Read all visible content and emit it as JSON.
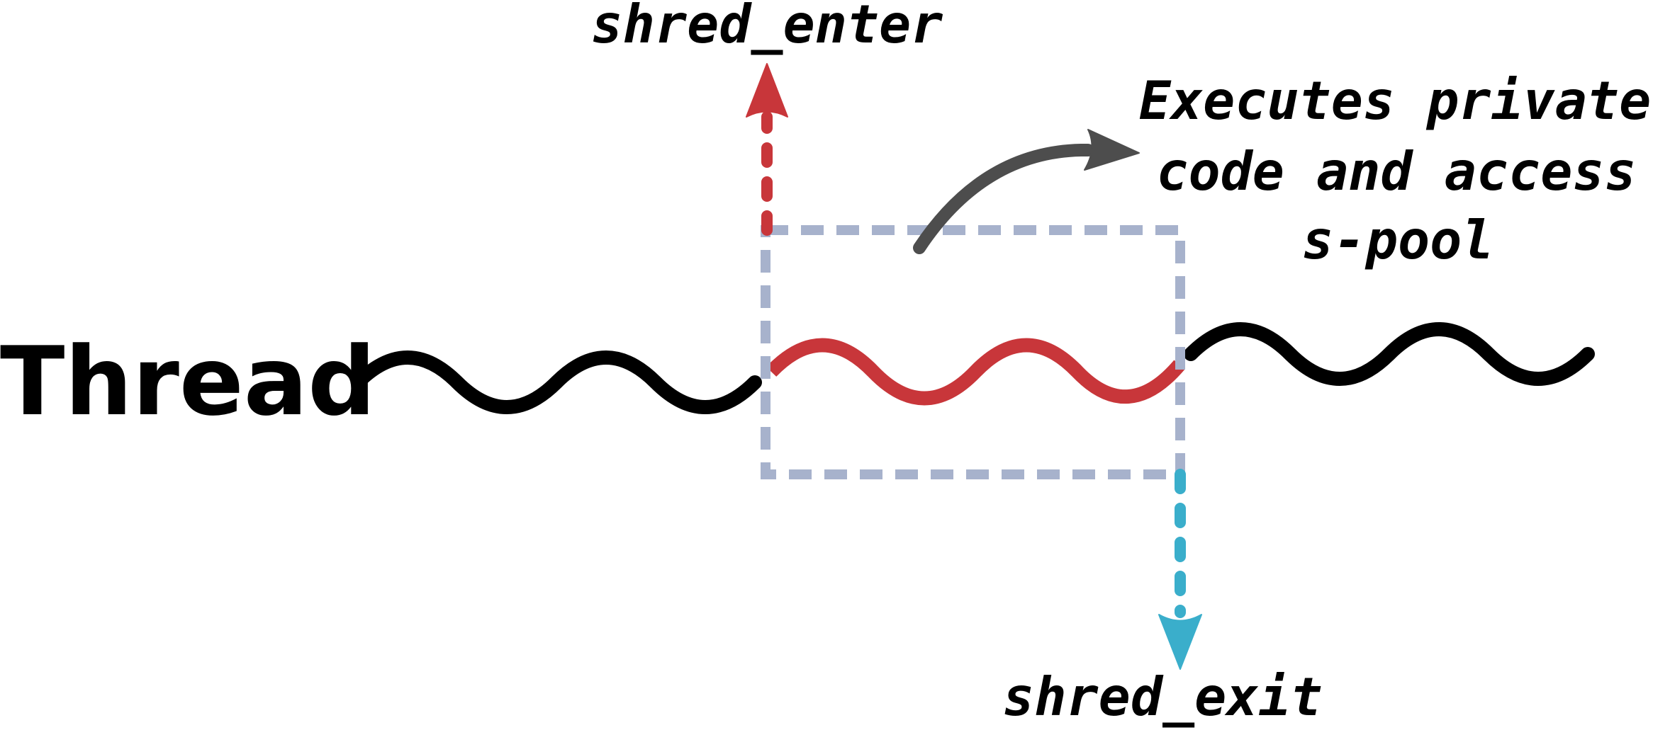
{
  "labels": {
    "thread": "Thread",
    "shred_enter": "shred_enter",
    "shred_exit": "shred_exit",
    "annotation_line1": "Executes private",
    "annotation_line2": "code and access",
    "annotation_line3": "s-pool"
  },
  "colors": {
    "thread": "#000000",
    "shred": "#c8363a",
    "enter_arrow": "#c8363a",
    "exit_arrow": "#3aaecb",
    "region_box": "#a7b2cc",
    "annotation_arrow": "#4d4d4d",
    "background": "#ffffff"
  },
  "icons": {
    "enter": "arrow-up-icon",
    "exit": "arrow-down-icon",
    "annotation": "curved-arrow-icon"
  }
}
